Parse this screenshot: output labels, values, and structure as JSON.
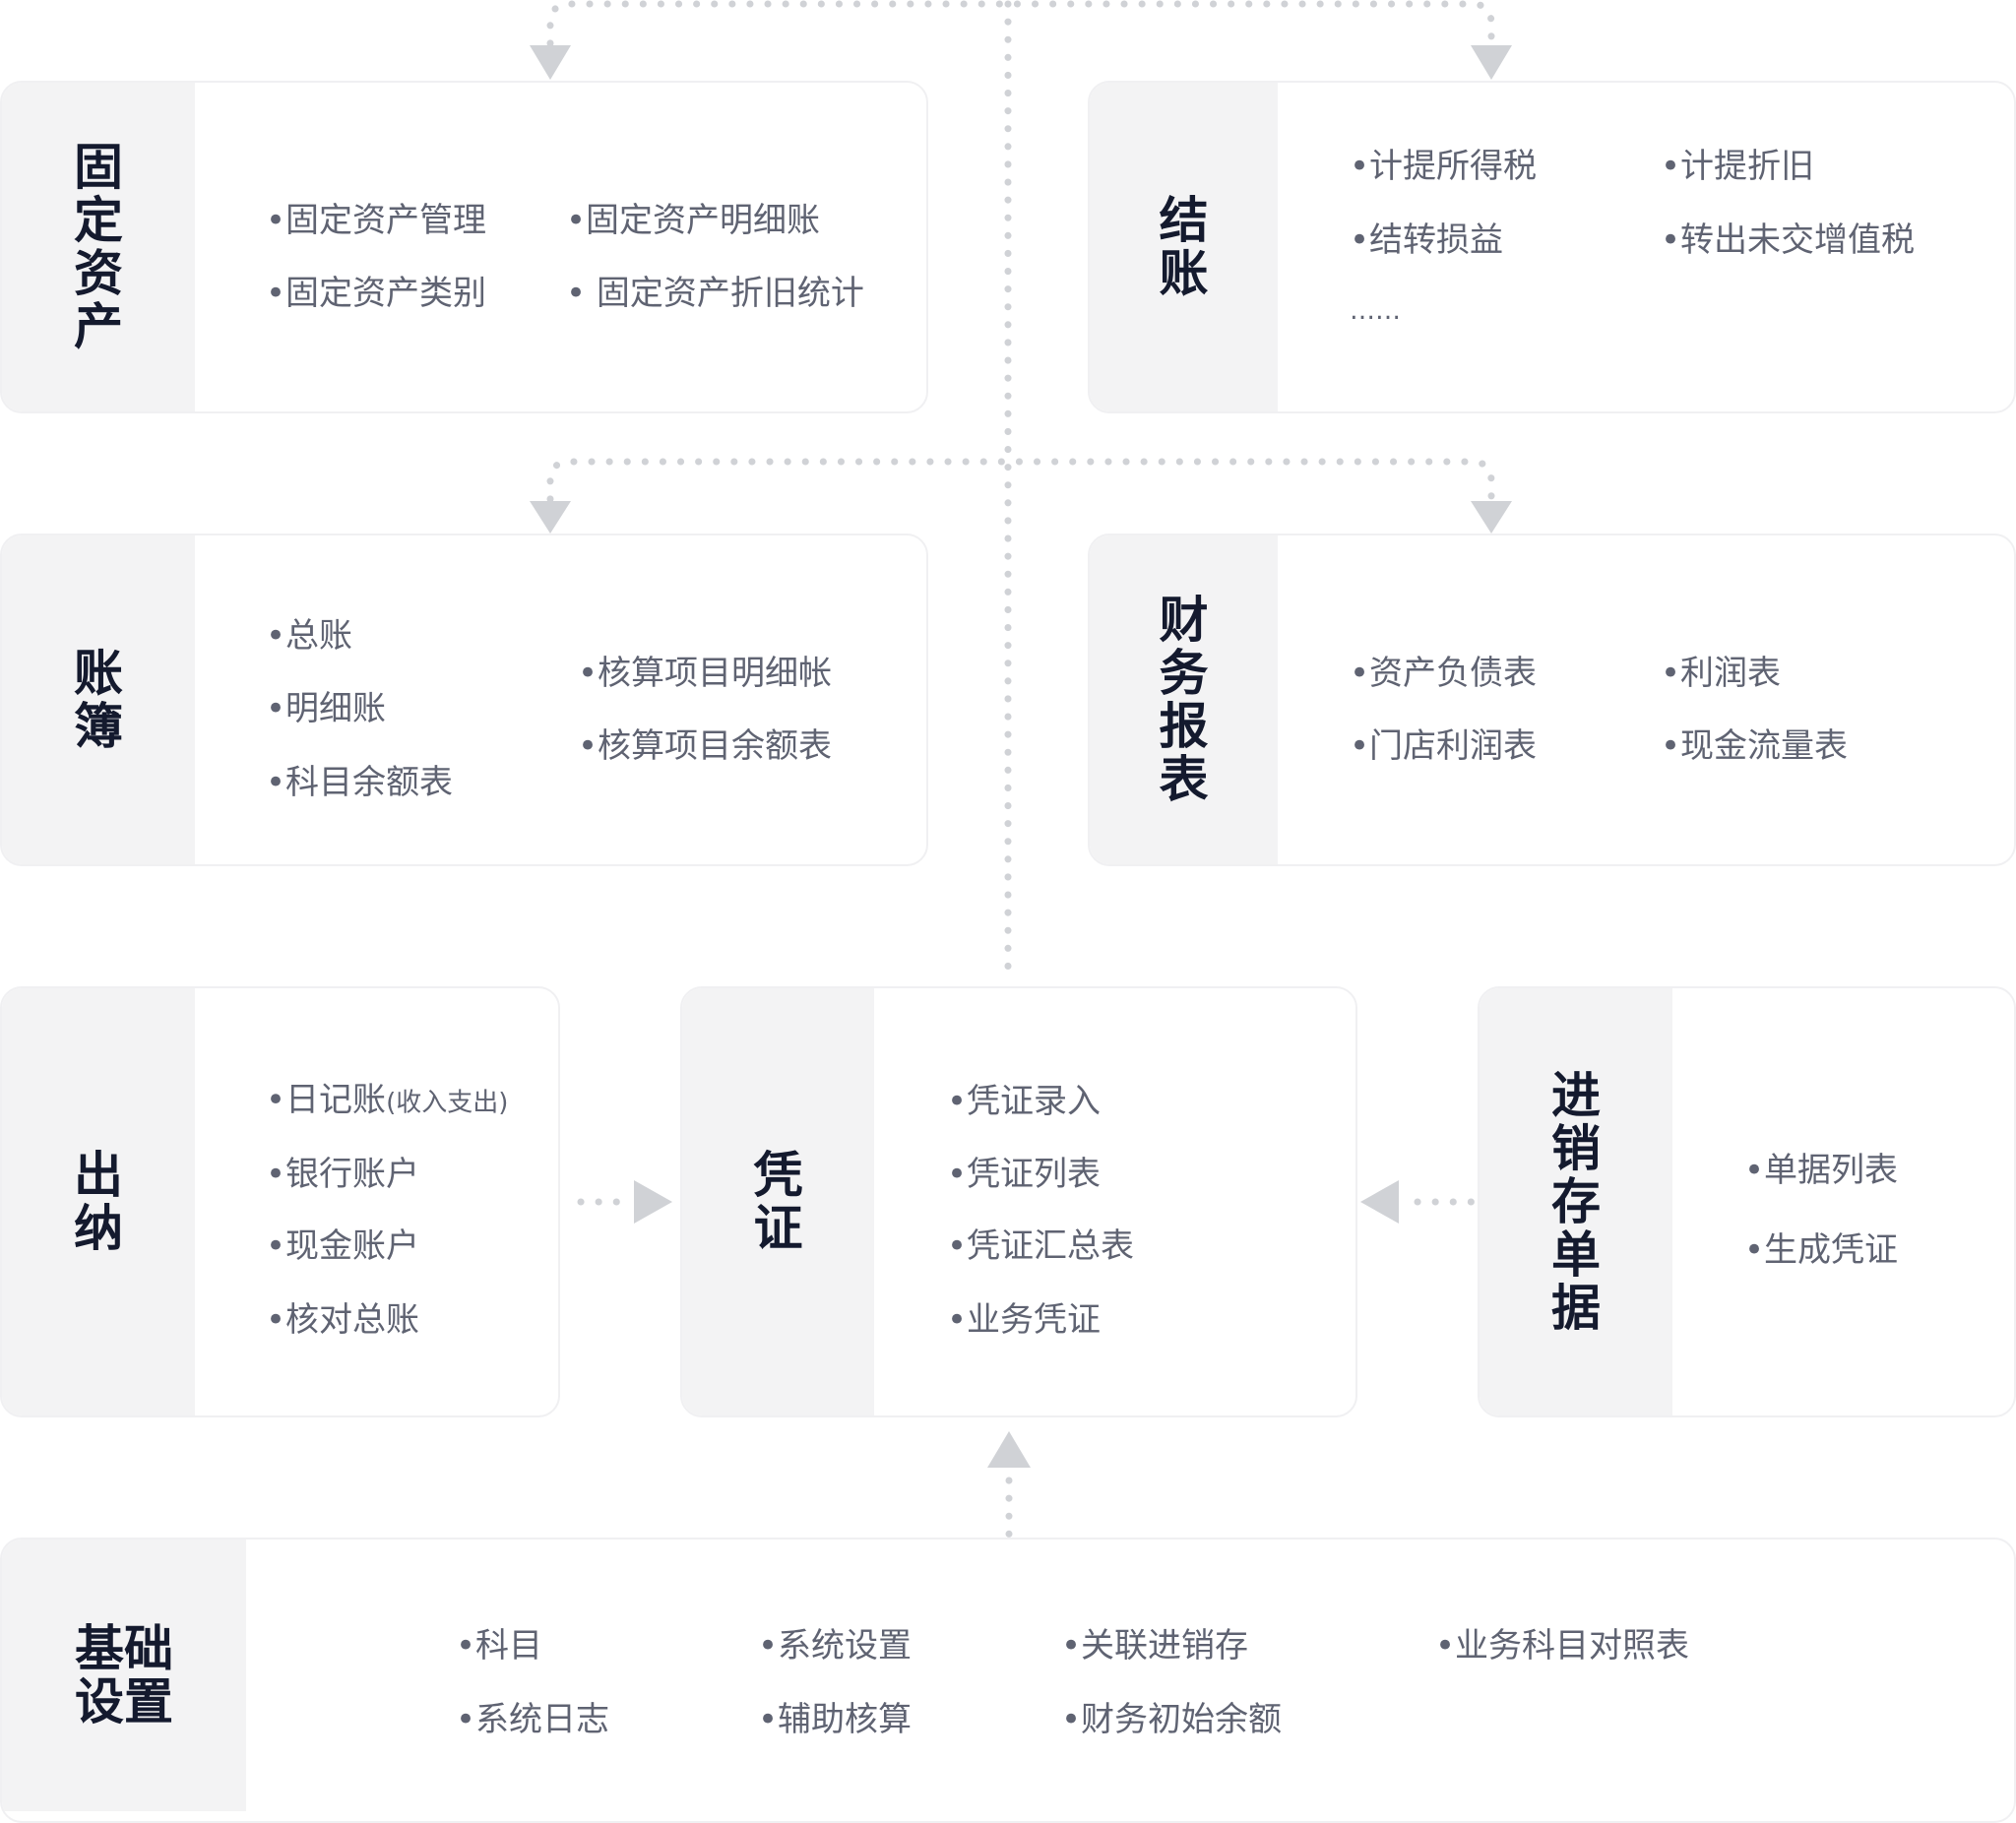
{
  "colors": {
    "title": "#141a2e",
    "item": "#5f6372",
    "panel": "#f3f3f4",
    "connector": "#d0d2d6"
  },
  "modules": {
    "fixed_assets": {
      "title": "固定资产",
      "items": [
        "•固定资产管理",
        "•固定资产明细账",
        "•固定资产类别",
        "• 固定资产折旧统计"
      ]
    },
    "closing": {
      "title": "结账",
      "items": [
        "•计提所得税",
        "•计提折旧",
        "•结转损益",
        "•转出未交增值税",
        "……"
      ]
    },
    "ledger": {
      "title": "账簿",
      "items": [
        "•总账",
        "•明细账",
        "•科目余额表",
        "•核算项目明细帐",
        "•核算项目余额表"
      ]
    },
    "reports": {
      "title": "财务报表",
      "items": [
        "•资产负债表",
        "•利润表",
        "•门店利润表",
        "•现金流量表"
      ]
    },
    "cashier": {
      "title": "出纳",
      "items": [
        "•日记账",
        "•银行账户",
        "•现金账户",
        "•核对总账"
      ],
      "journal_note": "(收入支出)"
    },
    "voucher": {
      "title": "凭证",
      "items": [
        "•凭证录入",
        "•凭证列表",
        "•凭证汇总表",
        "•业务凭证"
      ]
    },
    "inventory": {
      "title": "进销存单据",
      "items": [
        "•单据列表",
        "•生成凭证"
      ]
    },
    "basic": {
      "title": "基础设置",
      "items": [
        "•科目",
        "•系统设置",
        "•关联进销存",
        "•业务科目对照表",
        "•系统日志",
        "•辅助核算",
        "•财务初始余额"
      ]
    }
  }
}
